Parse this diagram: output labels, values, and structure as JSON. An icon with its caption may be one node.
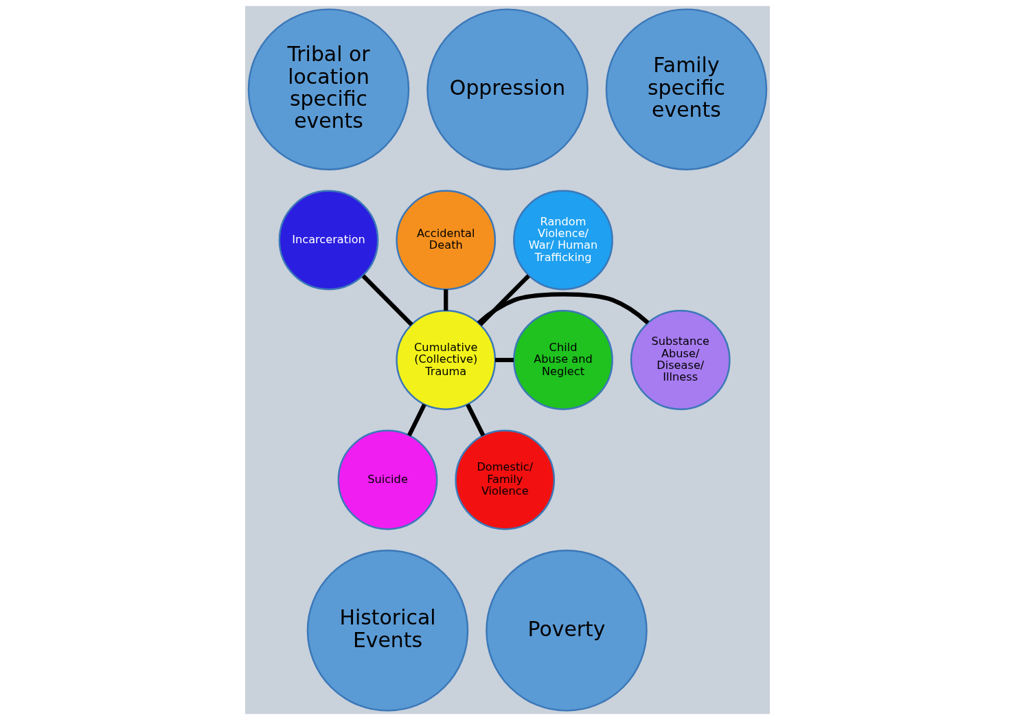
{
  "diagram": {
    "nodes": [
      {
        "text": [
          "Tribal or location specific events"
        ]
      },
      {
        "text": [
          "Oppression"
        ]
      },
      {
        "text": [
          "Family specific events"
        ]
      },
      {
        "text": [
          "Incarceration"
        ]
      },
      {
        "text": [
          "Accidental Death"
        ]
      },
      {
        "text": [
          "Random Violence/ War/ Human Trafficking"
        ]
      },
      {
        "text": [
          "Substance Abuse/ Disease/ Illness"
        ]
      },
      {
        "text": [
          "Cumulative (Collective) Trauma"
        ]
      },
      {
        "text": [
          "Child Abuse and Neglect"
        ]
      },
      {
        "text": [
          "Suicide"
        ]
      },
      {
        "text": [
          "Domestic/ Family Violence"
        ]
      },
      {
        "text": [
          "Historical Events"
        ]
      },
      {
        "text": [
          "Poverty"
        ]
      }
    ],
    "edges": [
      {
        "from": 7,
        "to": 4,
        "arrow": "none"
      },
      {
        "from": 7,
        "to": 5,
        "arrow": "none"
      },
      {
        "from": 7,
        "to": 8,
        "arrow": "none"
      },
      {
        "from": 7,
        "to": 10,
        "arrow": "none"
      },
      {
        "from": 7,
        "to": 9,
        "arrow": "none"
      },
      {
        "from": 7,
        "to": 6,
        "arrow": "none"
      },
      {
        "from": 7,
        "to": 3,
        "arrow": "none"
      }
    ]
  }
}
